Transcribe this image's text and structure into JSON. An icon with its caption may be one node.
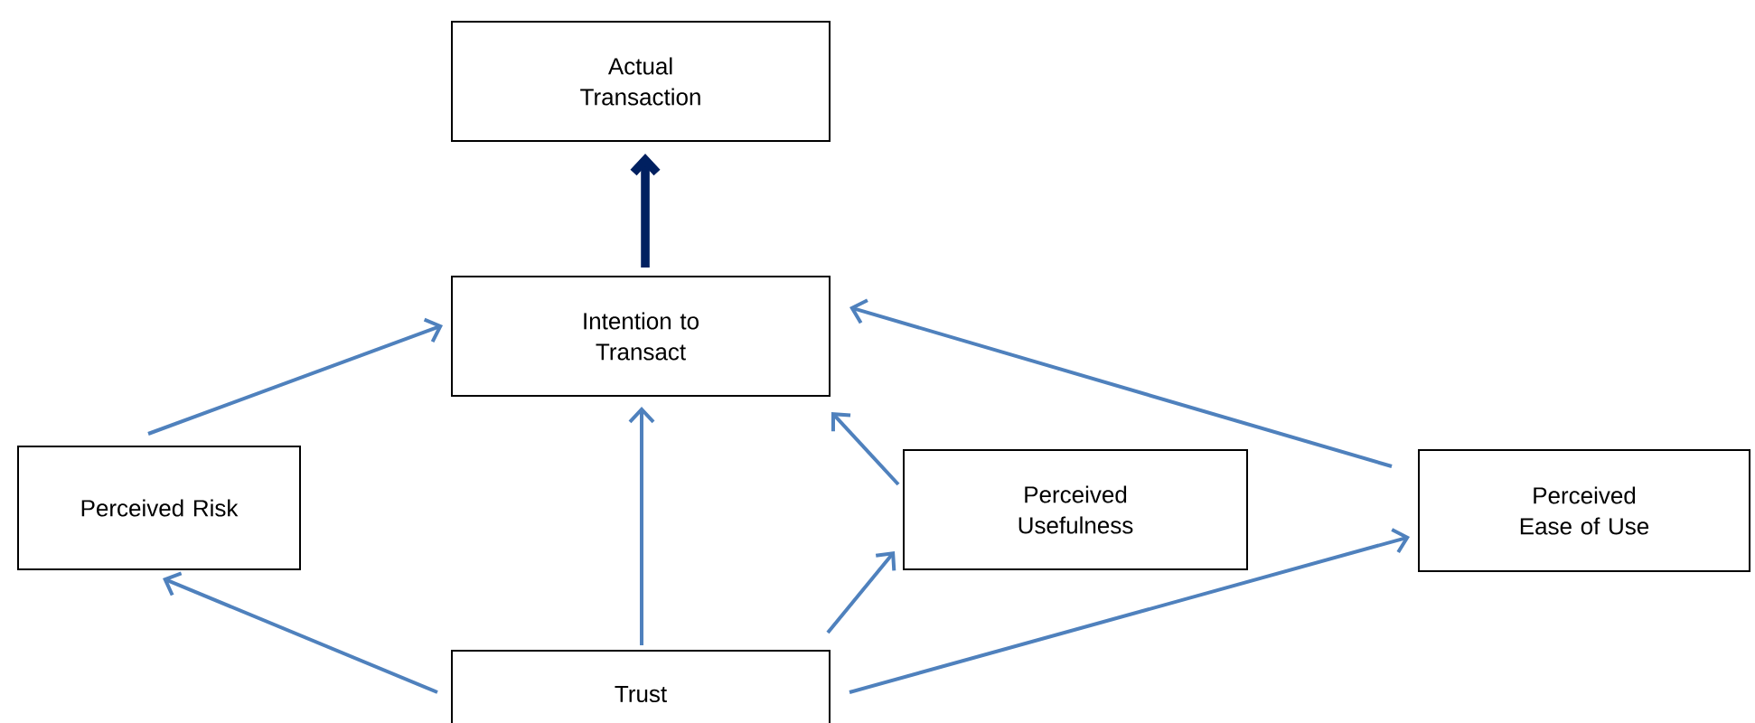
{
  "diagram": {
    "nodes": [
      {
        "text": [
          "Actual Transaction"
        ]
      },
      {
        "text": [
          "Intention to Transact"
        ]
      },
      {
        "text": [
          "Perceived Risk"
        ]
      },
      {
        "text": [
          "Perceived Usefulness"
        ]
      },
      {
        "text": [
          "Perceived Ease of Use"
        ]
      },
      {
        "text": [
          "Trust"
        ]
      }
    ],
    "edges": [
      {
        "from": 1,
        "to": 0,
        "arrow": "to",
        "style": "thick",
        "color": "#002060"
      },
      {
        "from": 2,
        "to": 1,
        "arrow": "to"
      },
      {
        "from": 5,
        "to": 1,
        "arrow": "to"
      },
      {
        "from": 3,
        "to": 1,
        "arrow": "to"
      },
      {
        "from": 4,
        "to": 1,
        "arrow": "to"
      },
      {
        "from": 5,
        "to": 2,
        "arrow": "to"
      },
      {
        "from": 5,
        "to": 3,
        "arrow": "to"
      },
      {
        "from": 5,
        "to": 4,
        "arrow": "to"
      }
    ]
  }
}
